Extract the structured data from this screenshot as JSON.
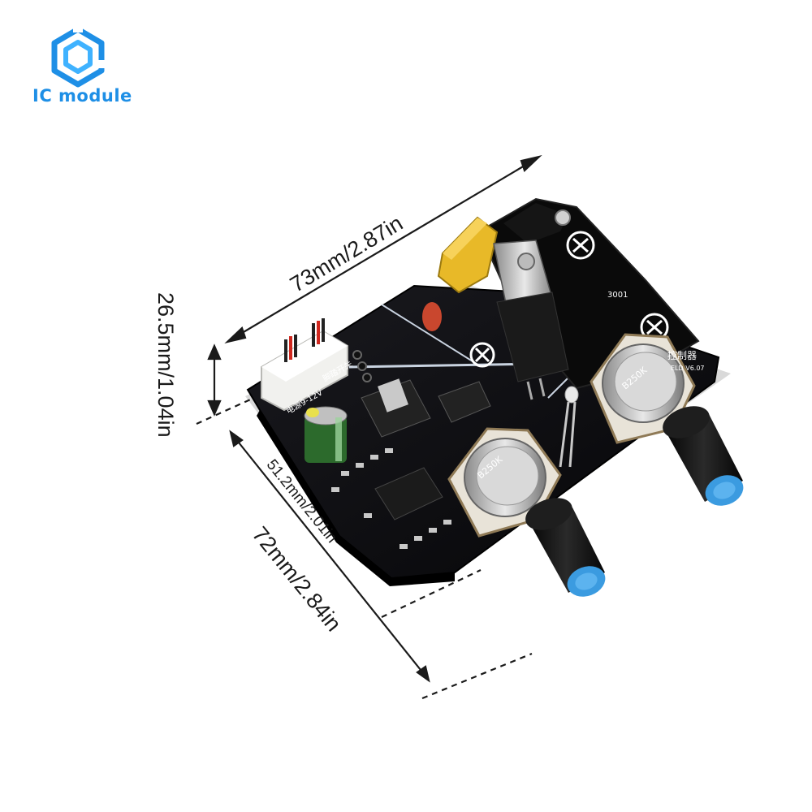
{
  "brand": {
    "name": "IC module",
    "color": "#1e8fe6"
  },
  "dimensions": {
    "length": "73mm/2.87in",
    "height": "26.5mm/1.04in",
    "inner_width": "51.2mm/2.01in",
    "width": "72mm/2.84in"
  },
  "board": {
    "label_power": "电源9-12V",
    "label_switch": "脚踏开关",
    "label_knob_left": "B250K",
    "label_knob_right": "B250K",
    "label_version": "ELD V6.07",
    "label_controller": "控制器",
    "label_model": "3001",
    "knob_cap_color": "#3b9be0",
    "board_color": "#0c0c0e",
    "cap_color": "#2c6a2c",
    "terminal_color": "#e8b928"
  }
}
